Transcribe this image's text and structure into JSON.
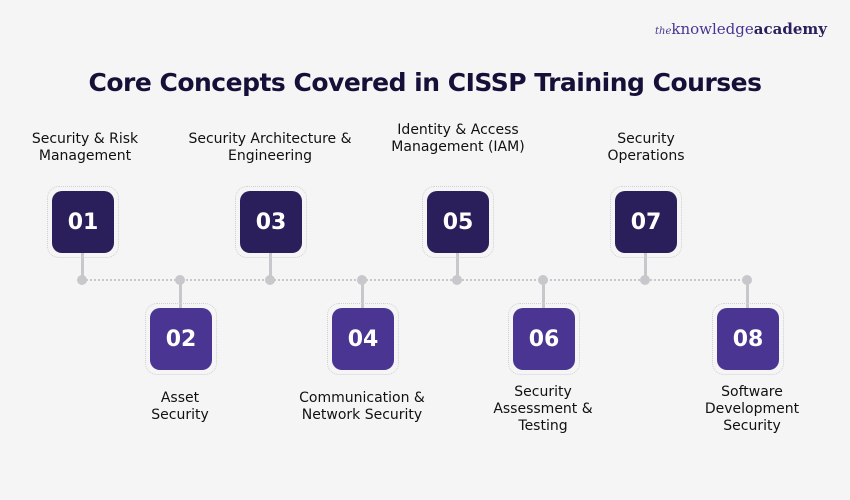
{
  "logo": {
    "prefix": "the",
    "main": "knowledge",
    "suffix": "academy"
  },
  "title": "Core Concepts Covered in CISSP Training Courses",
  "colors": {
    "top_box": "#2a1f5a",
    "bottom_box": "#4a3593",
    "connector": "#c8c8cc",
    "background": "#f5f5f5"
  },
  "steps": [
    {
      "num": "01",
      "label": "Security & Risk Management",
      "position": "top"
    },
    {
      "num": "02",
      "label": "Asset Security",
      "position": "bottom"
    },
    {
      "num": "03",
      "label": "Security Architecture & Engineering",
      "position": "top"
    },
    {
      "num": "04",
      "label": "Communication & Network Security",
      "position": "bottom"
    },
    {
      "num": "05",
      "label": "Identity & Access Management (IAM)",
      "position": "top"
    },
    {
      "num": "06",
      "label": "Security Assessment & Testing",
      "position": "bottom"
    },
    {
      "num": "07",
      "label": "Security Operations",
      "position": "top"
    },
    {
      "num": "08",
      "label": "Software Development Security",
      "position": "bottom"
    }
  ]
}
